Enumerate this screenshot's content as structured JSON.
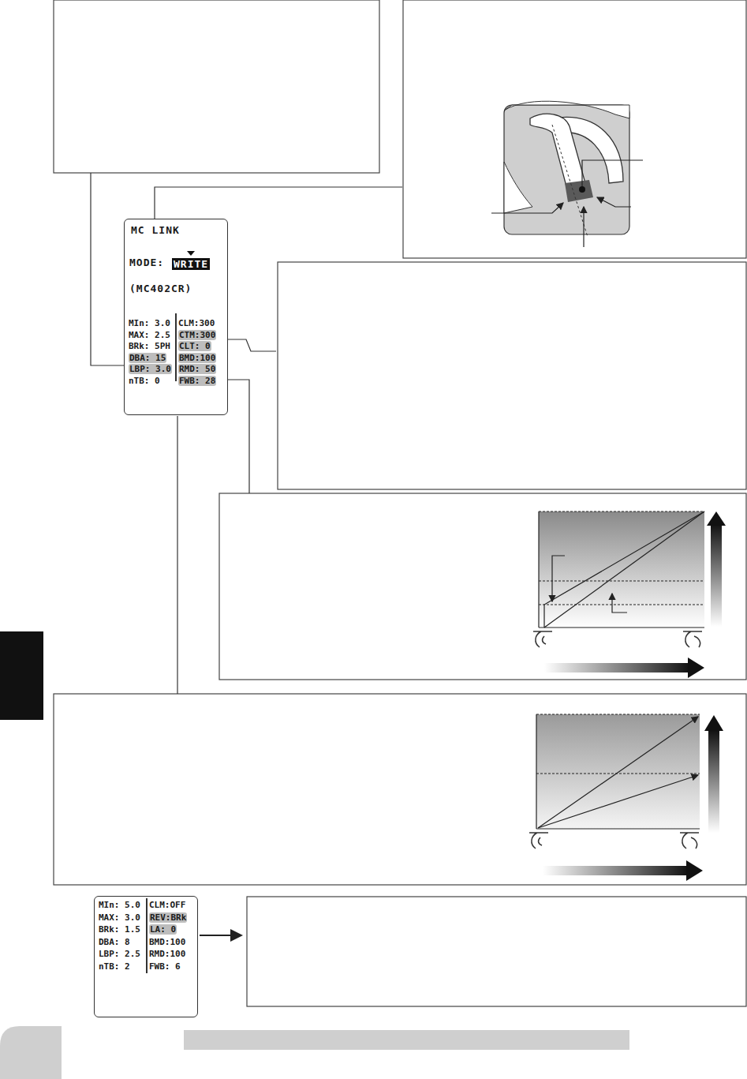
{
  "diagram": {
    "nodes": [
      {
        "text": [
          "MC LINK",
          "MODE:",
          "WRITE",
          "(MC402CR)",
          "MIn: 3.0",
          "CLM:300",
          "MAX: 2.5",
          "CTM:300",
          "BRk: 5PH",
          "CLT: 0",
          "DBA: 15",
          "BMD:100",
          "LBP: 3.0",
          "RMD: 50",
          "nTB: 0",
          "FWB: 28"
        ]
      },
      {
        "text": [
          "MIn: 5.0",
          "CLM:OFF",
          "MAX: 3.0",
          "REV:BRk",
          "BRk: 1.5",
          "LA: 0",
          "DBA: 8",
          "BMD:100",
          "LBP: 2.5",
          "RMD:100",
          "nTB: 2",
          "FWB: 6"
        ]
      }
    ]
  }
}
